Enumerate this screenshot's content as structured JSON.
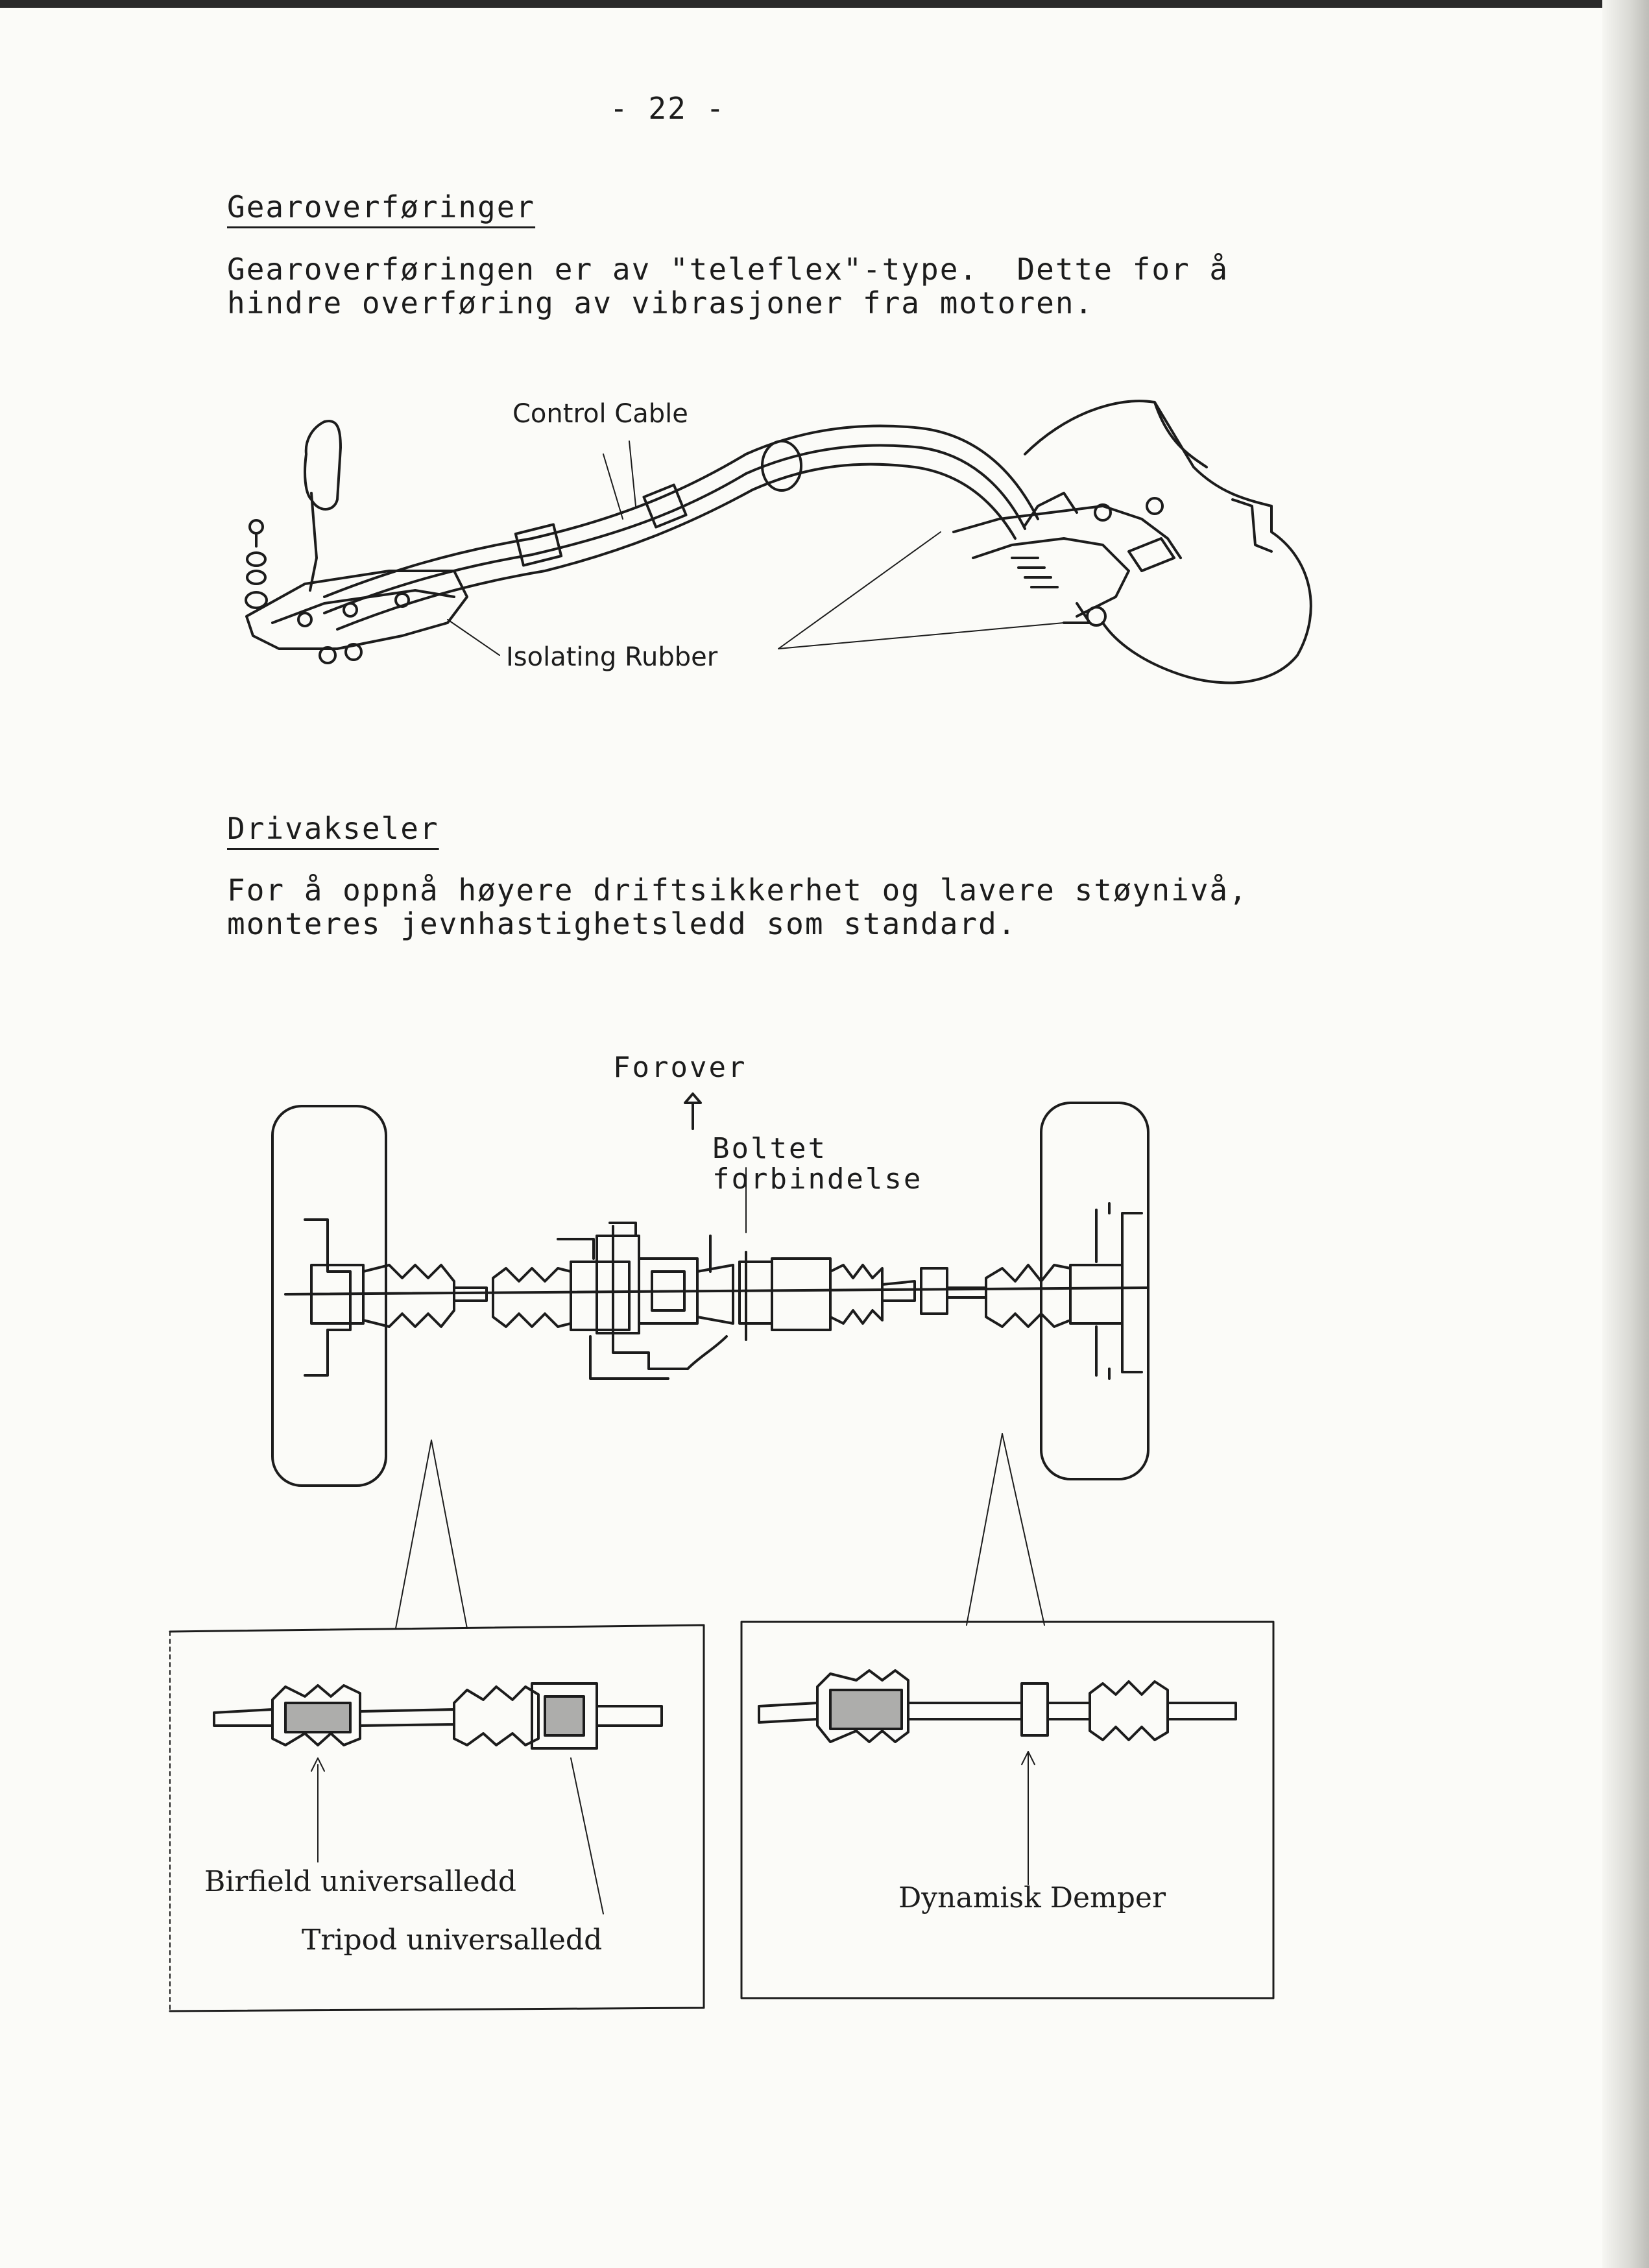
{
  "page_number": "- 22 -",
  "sections": [
    {
      "heading": "Gearoverføringer",
      "body_line1": "Gearoverføringen er av \"teleflex\"-type.  Dette for å",
      "body_line2": "hindre overføring av vibrasjoner fra motoren."
    },
    {
      "heading": "Drivakseler",
      "body_line1": "For å oppnå høyere driftsikkerhet og lavere støynivå,",
      "body_line2": "monteres jevnhastighetsledd som standard."
    }
  ],
  "figure1": {
    "label_control_cable": "Control Cable",
    "label_isolating_rubber": "Isolating Rubber"
  },
  "figure2": {
    "label_forward": "Forover",
    "label_bolted_line1": "Boltet",
    "label_bolted_line2": "forbindelse",
    "label_birfield": "Birfield universalledd",
    "label_tripod": "Tripod universalledd",
    "label_damper": "Dynamisk Demper"
  }
}
